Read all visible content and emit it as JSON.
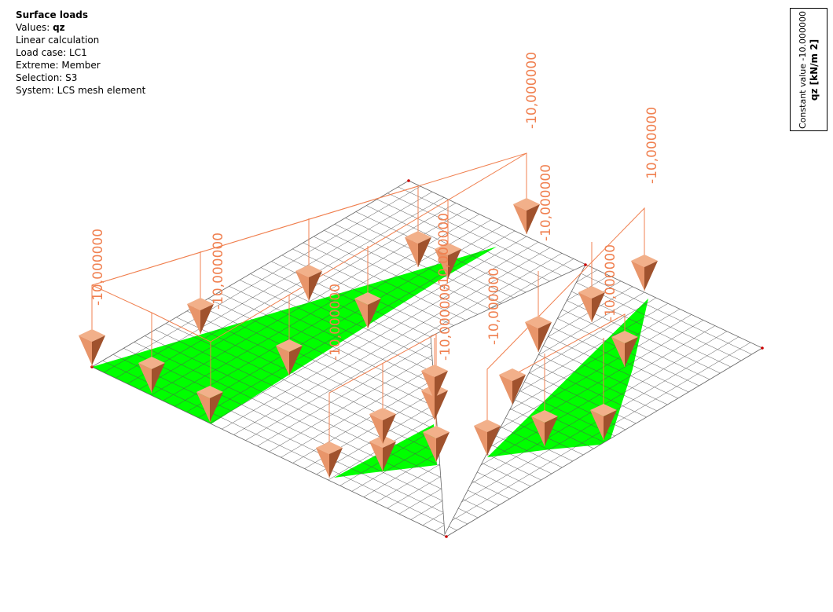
{
  "info": {
    "title": "Surface loads",
    "values_prefix": "Values: ",
    "values_quantity": "qz",
    "calculation": "Linear calculation",
    "load_case": "Load case: LC1",
    "extreme": "Extreme: Member",
    "selection": "Selection: S3",
    "system": "System: LCS mesh element"
  },
  "legend": {
    "description": "Constant value -10.000000",
    "unit": "qz [kN/m 2]"
  },
  "load_labels": [
    "-10,000000",
    "-10,000000",
    "-10,000000",
    "-10,000000",
    "-10,000000",
    "-10,000000",
    "-10,000000",
    "-10,000000",
    "-10,000000",
    "-10,000000"
  ],
  "colors": {
    "load": "#f08050",
    "pyramid_light": "#e8956a",
    "pyramid_dark": "#a0522d",
    "loaded_area": "#00ff00",
    "mesh": "#555555"
  }
}
